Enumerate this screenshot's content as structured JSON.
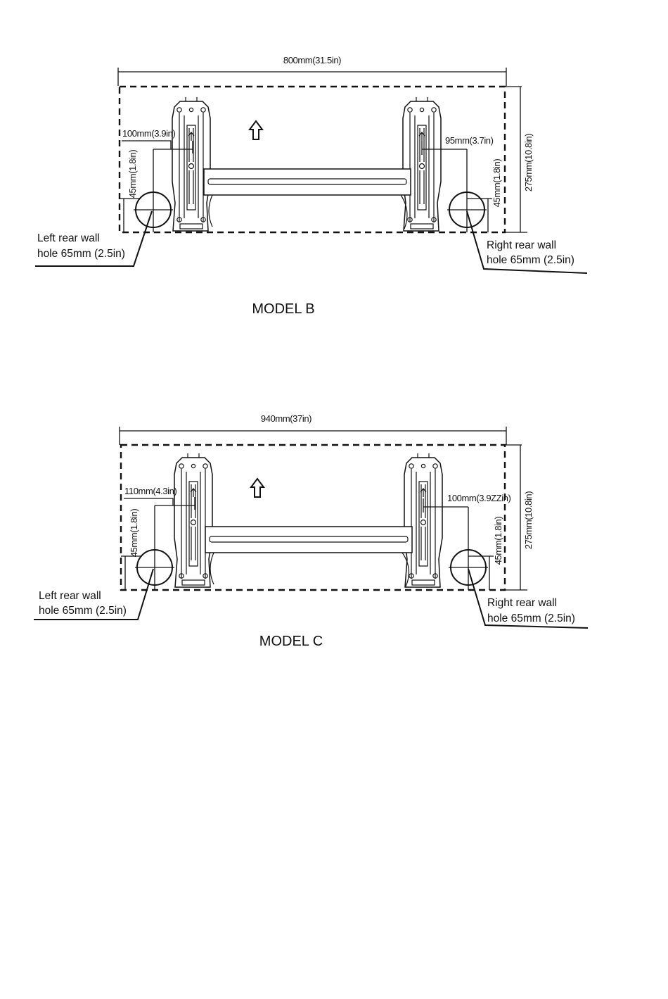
{
  "model_b": {
    "title": "MODEL B",
    "width_label": "800mm(31.5in)",
    "height_label": "275mm(10.8in)",
    "left_offset_label": "100mm(3.9in)",
    "right_offset_label": "95mm(3.7in)",
    "left_hole_height_label": "45mm(1.8in)",
    "right_hole_height_label": "45mm(1.8in)",
    "left_hole_line1": "Left rear wall",
    "left_hole_line2": "hole 65mm (2.5in)",
    "right_hole_line1": "Right rear wall",
    "right_hole_line2": "hole 65mm (2.5in)"
  },
  "model_c": {
    "title": "MODEL C",
    "width_label": "940mm(37in)",
    "height_label": "275mm(10.8in)",
    "left_offset_label": "110mm(4.3in)",
    "right_offset_label": "100mm(3.9ZZin)",
    "left_hole_height_label": "45mm(1.8in)",
    "right_hole_height_label": "45mm(1.8in)",
    "left_hole_line1": "Left rear wall",
    "left_hole_line2": "hole 65mm (2.5in)",
    "right_hole_line1": "Right rear wall",
    "right_hole_line2": "hole 65mm (2.5in)"
  }
}
